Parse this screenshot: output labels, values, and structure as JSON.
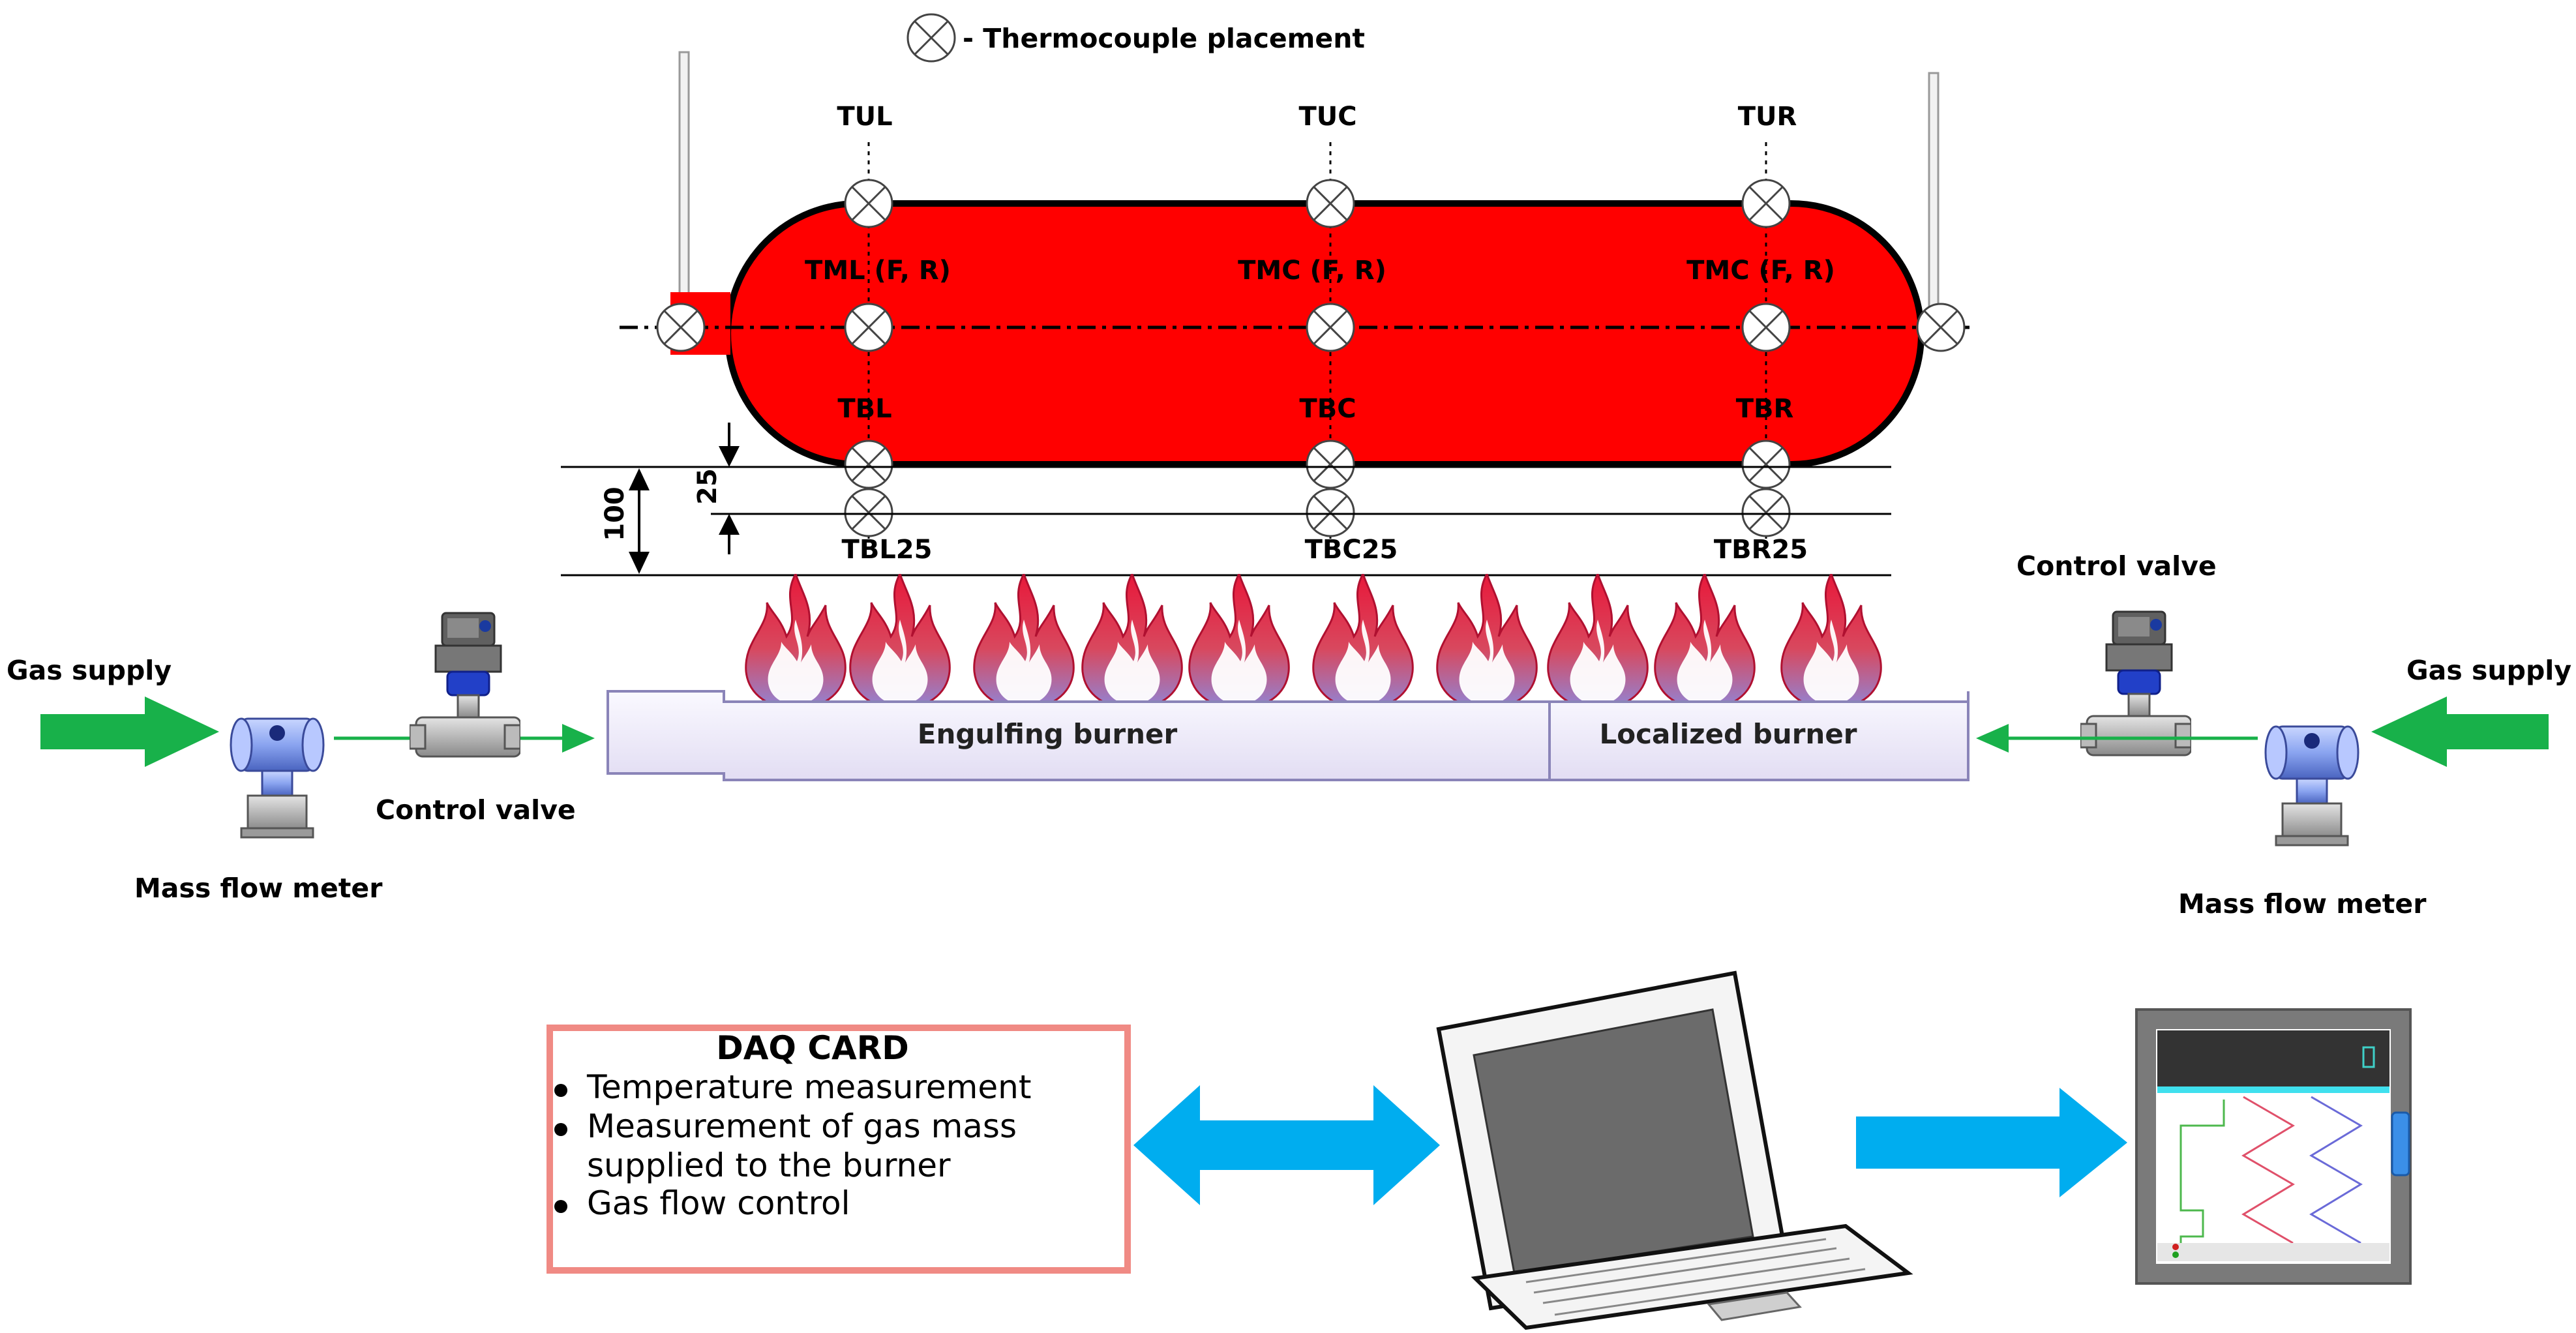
{
  "legend": {
    "text": "- Thermocouple placement"
  },
  "thermocouples": {
    "upper": [
      "TUL",
      "TUC",
      "TUR"
    ],
    "middle": [
      "TML (F, R)",
      "TMC (F, R)",
      "TMC (F, R)"
    ],
    "bottom": [
      "TBL",
      "TBC",
      "TBR"
    ],
    "below": [
      "TBL25",
      "TBC25",
      "TBR25"
    ]
  },
  "dimensions": {
    "outer": "100",
    "inner": "25"
  },
  "burners": {
    "engulfing": "Engulfing burner",
    "localized": "Localized burner"
  },
  "left_supply": {
    "gas_supply": "Gas supply",
    "control_valve": "Control valve",
    "mass_flow_meter": "Mass flow meter"
  },
  "right_supply": {
    "gas_supply": "Gas supply",
    "control_valve": "Control valve",
    "mass_flow_meter": "Mass flow meter"
  },
  "daq": {
    "title": "DAQ CARD",
    "items": [
      "Temperature measurement",
      "Measurement of gas mass",
      "supplied to the burner",
      "Gas flow control"
    ]
  },
  "colors": {
    "tank": "#ff0000",
    "gas_arrow": "#18b14a",
    "data_arrow": "#00adef",
    "daq_border": "#f08a84",
    "burner_fill": "#ece8f8"
  }
}
